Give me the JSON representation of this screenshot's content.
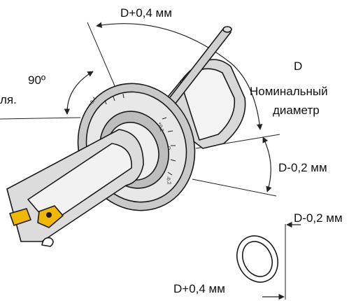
{
  "labels": {
    "top_dim": "D+0,4 мм",
    "angle": "90º",
    "left_cut": "ля.",
    "nominal_d": "D",
    "nominal_word": "Номинальный",
    "nominal_diam": "диаметр",
    "right_dim": "D-0,2 мм",
    "ring_right_dim": "D-0,2 мм",
    "ring_bottom_dim": "D+0,4 мм"
  },
  "dial_ticks": {
    "plus_04": "+0,4",
    "plus_02": "+0,2",
    "zero": "0",
    "minus_02": "-0,2"
  },
  "colors": {
    "insert": "#f2b705",
    "metal_light": "#e8e8e8",
    "metal_mid": "#c9c9c9",
    "metal_dark": "#9a9a9a",
    "line": "#1a1a1a"
  }
}
